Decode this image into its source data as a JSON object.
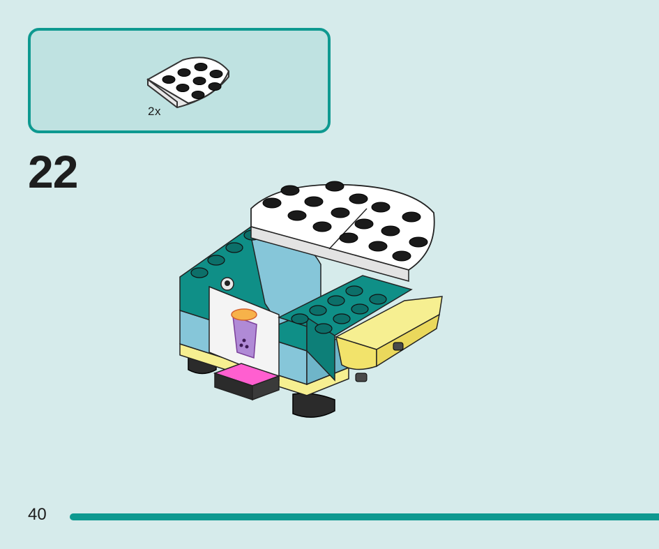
{
  "parts_callout": {
    "quantity": "2x",
    "part_icon": "white-round-corner-plate-icon"
  },
  "step": {
    "number": "22"
  },
  "model": {
    "icon": "bubble-tea-cart-model"
  },
  "footer": {
    "page_number": "40",
    "progress_fraction": 1.0
  },
  "colors": {
    "accent": "#0e9990",
    "background": "#d6ebeb",
    "callout_fill": "#bfe2e1",
    "brick_teal": "#0f8f87",
    "brick_light_blue": "#86c6d9",
    "brick_yellow": "#f6ef91",
    "brick_pink": "#f13fbf"
  }
}
